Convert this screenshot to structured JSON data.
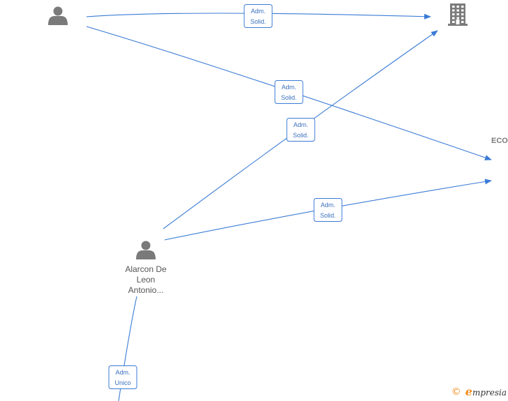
{
  "colors": {
    "edge": "#3a7bd5",
    "node": "#7a7a7a",
    "label_text": "#3a6fbf",
    "node_text": "#555555",
    "brand_orange": "#f08c1e",
    "brand_text": "#333333"
  },
  "nodes": [
    {
      "id": "person-top-left",
      "kind": "person",
      "icon": "person-icon",
      "label_lines": []
    },
    {
      "id": "company-top-right",
      "kind": "company",
      "icon": "building-icon",
      "label_lines": []
    },
    {
      "id": "company-right",
      "kind": "company-text",
      "icon": "",
      "label_lines": [
        "ECO"
      ]
    },
    {
      "id": "person-alarcon",
      "kind": "person",
      "icon": "person-icon",
      "label_lines": [
        "Alarcon De",
        "Leon",
        "Antonio..."
      ]
    },
    {
      "id": "offscreen-bottom",
      "kind": "offscreen",
      "icon": "",
      "label_lines": []
    }
  ],
  "edges": [
    {
      "id": "edge-1",
      "from": "person-top-left",
      "to": "company-top-right",
      "label_lines": [
        "Adm.",
        "Solid."
      ]
    },
    {
      "id": "edge-2",
      "from": "person-top-left",
      "to": "company-right",
      "label_lines": [
        "Adm.",
        "Solid."
      ]
    },
    {
      "id": "edge-3",
      "from": "person-alarcon",
      "to": "company-top-right",
      "label_lines": [
        "Adm.",
        "Solid."
      ]
    },
    {
      "id": "edge-4",
      "from": "person-alarcon",
      "to": "company-right",
      "label_lines": [
        "Adm.",
        "Solid."
      ]
    },
    {
      "id": "edge-5",
      "from": "offscreen-bottom",
      "to": "person-alarcon",
      "label_lines": [
        "Adm.",
        "Unico"
      ]
    }
  ],
  "watermark": {
    "copyright": "©",
    "brand_initial": "e",
    "brand_rest": "mpresia"
  }
}
